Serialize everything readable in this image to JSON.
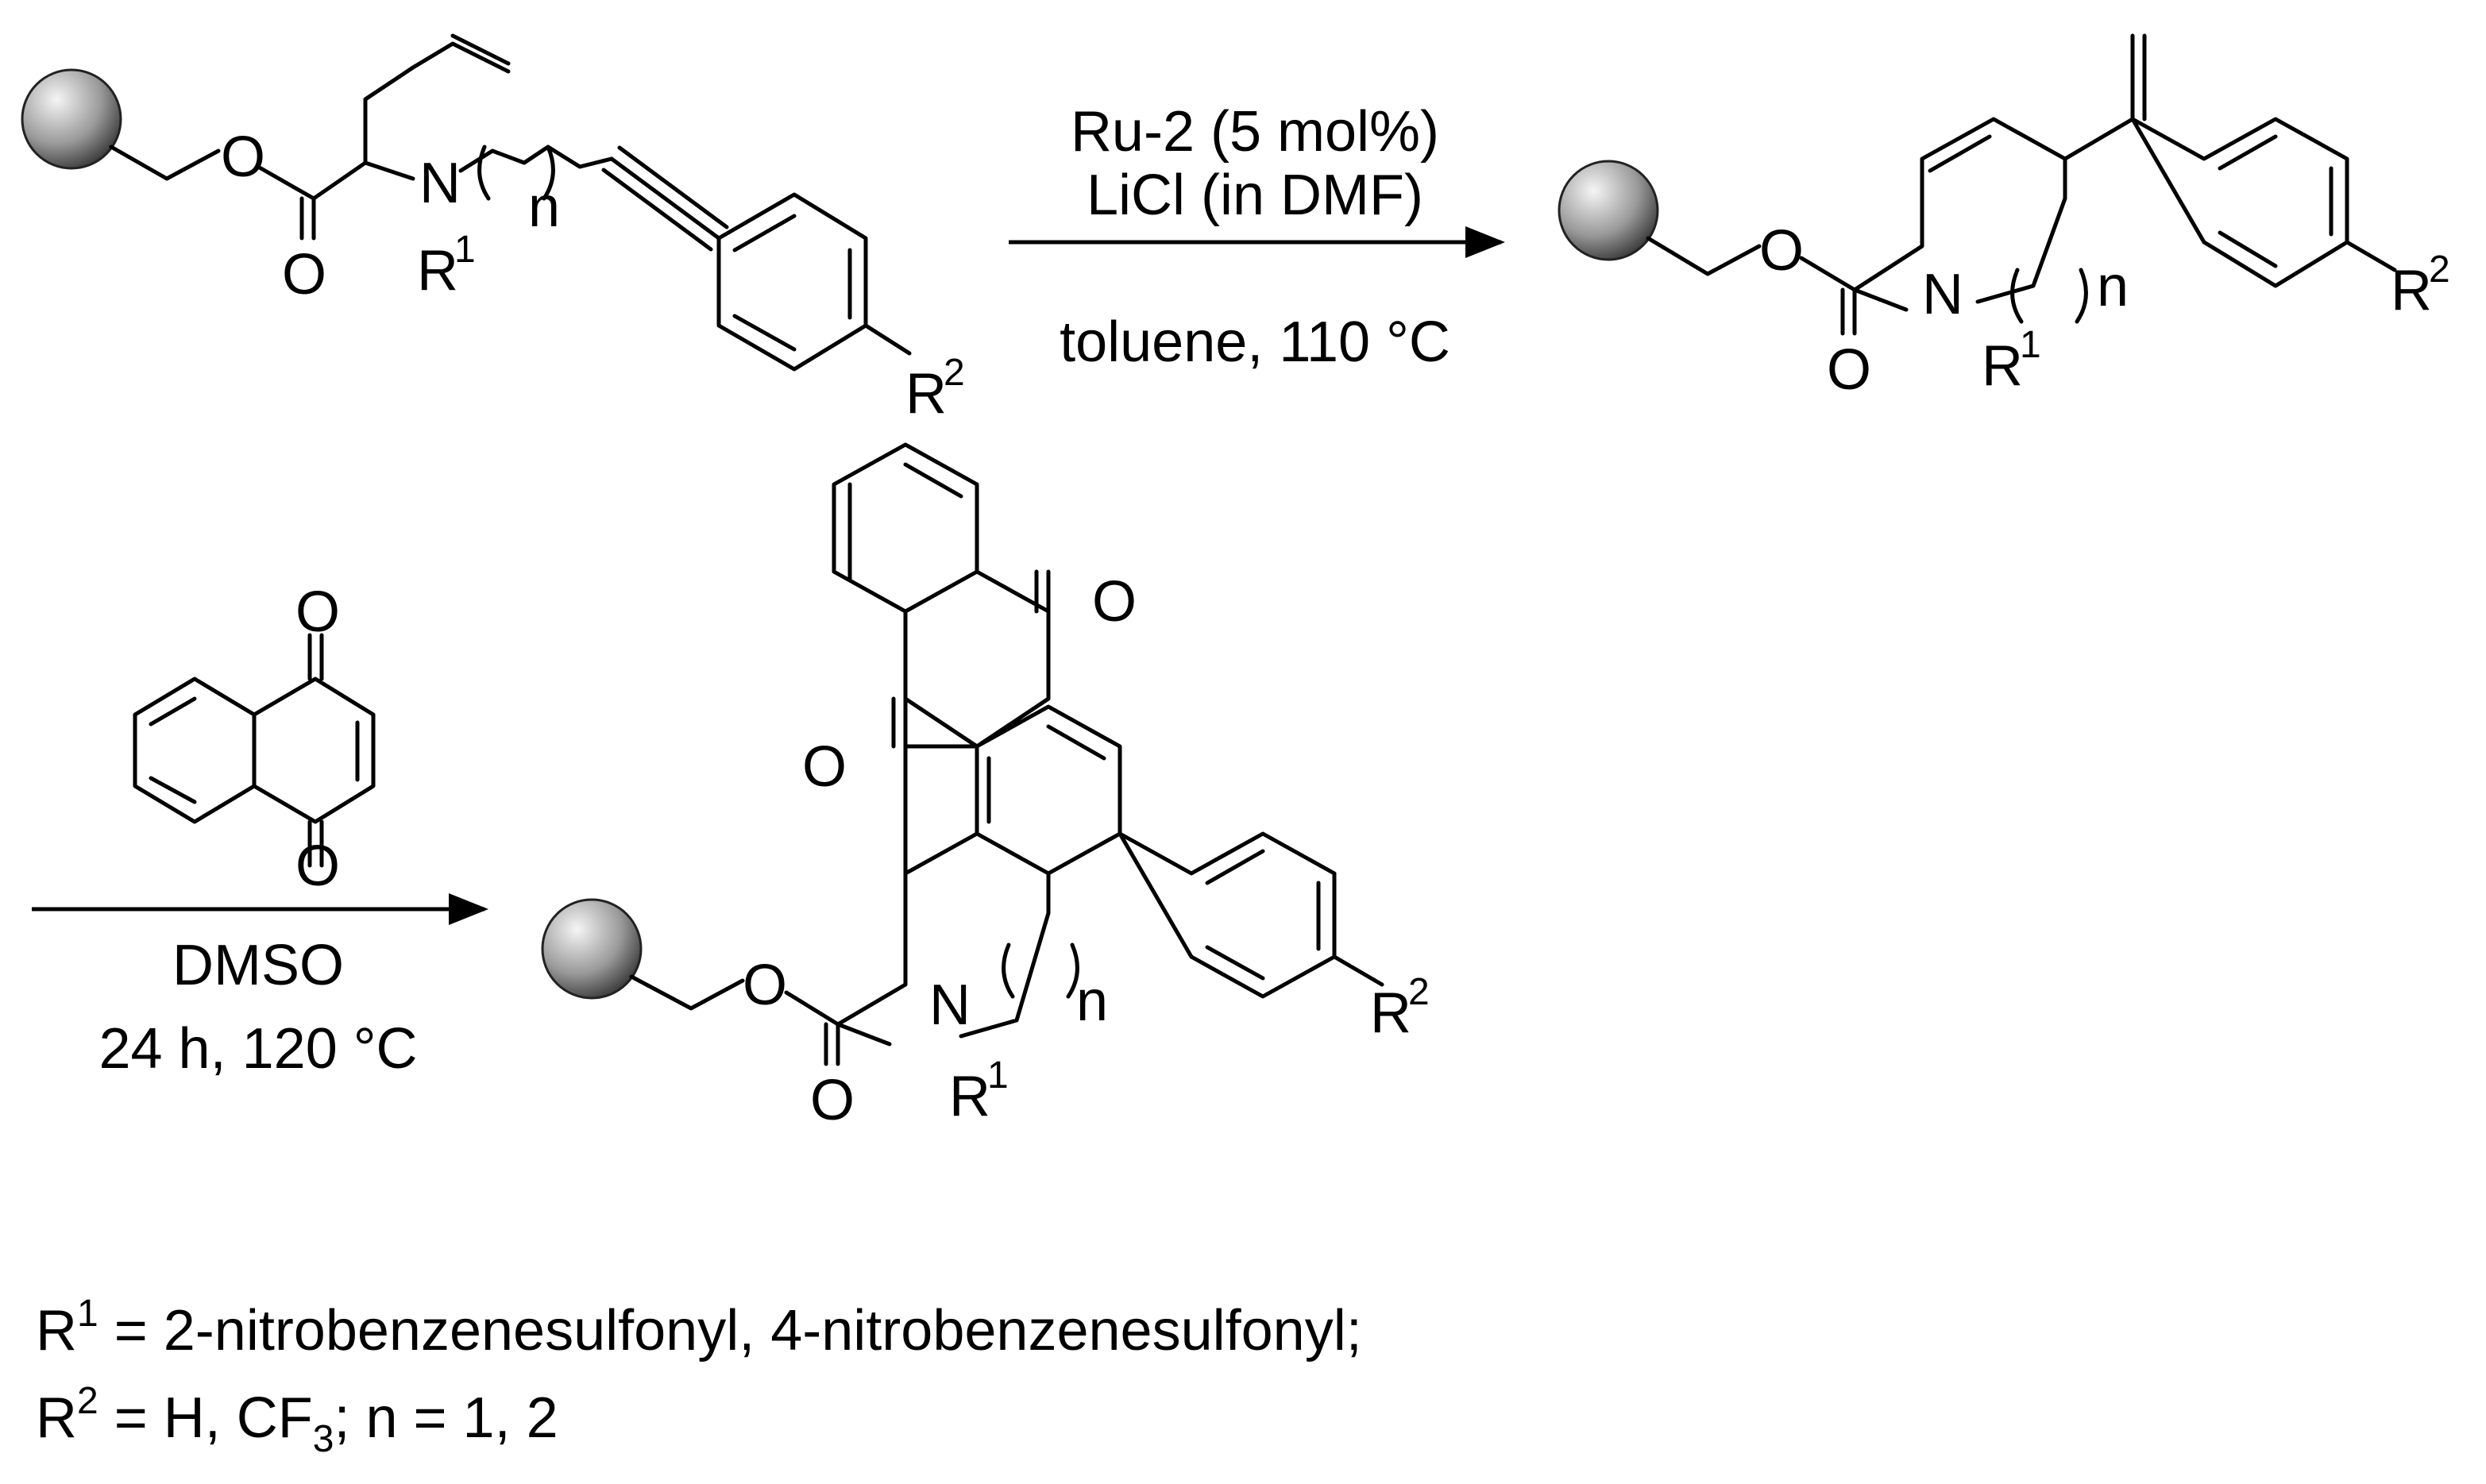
{
  "reaction1": {
    "reagent1": "Ru-2 (5 mol%)",
    "reagent2": "LiCl (in DMF)",
    "condition": "toluene, 110 °C"
  },
  "reaction2": {
    "solvent": "DMSO",
    "condition": "24 h, 120 °C"
  },
  "atoms": {
    "O": "O",
    "N": "N",
    "R": "R",
    "n": "n",
    "sup1": "1",
    "sup2": "2"
  },
  "legend": {
    "r1_prefix": "R",
    "r1_sup": "1",
    "r1_text": " = 2-nitrobenzenesulfonyl, 4-nitrobenzenesulfonyl;",
    "r2_prefix": "R",
    "r2_sup": "2",
    "r2_text": " = H, CF",
    "r2_sub": "3",
    "r2_tail": "; n = 1, 2"
  },
  "colors": {
    "bead_light": "#f2f2f2",
    "bead_dark": "#4a4a4a",
    "ink": "#000000"
  }
}
